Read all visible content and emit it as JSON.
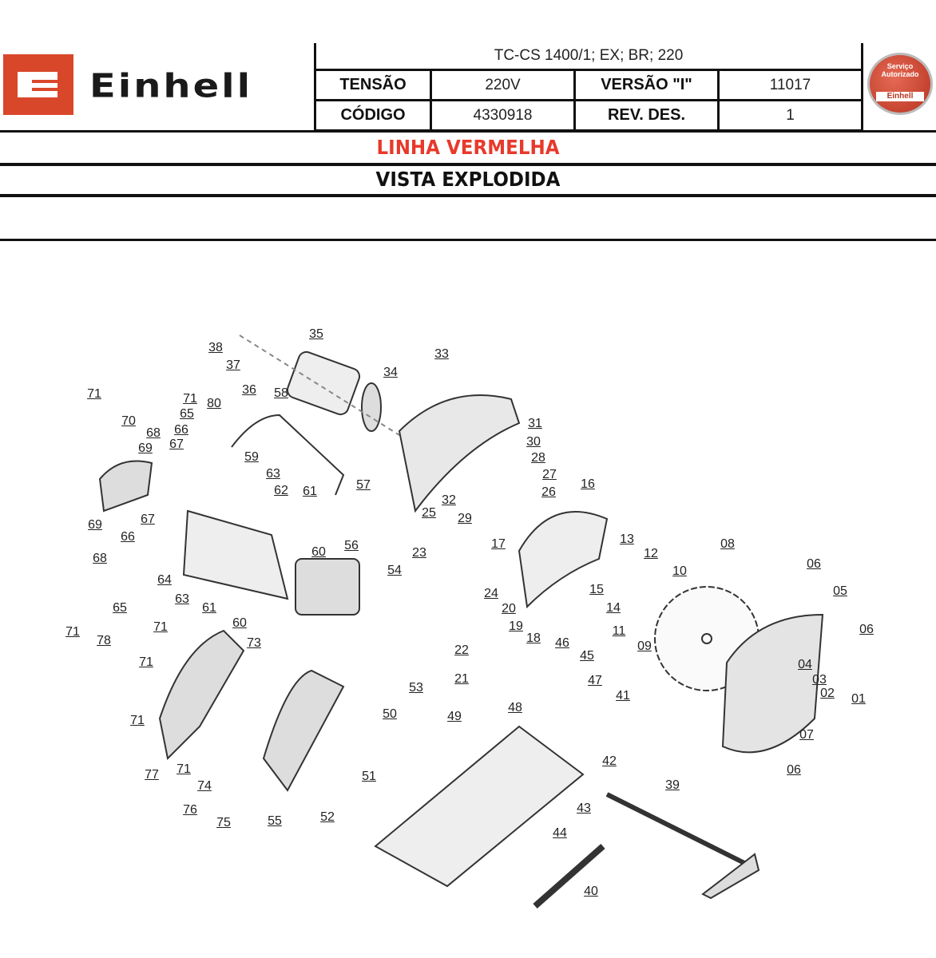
{
  "header": {
    "brand": "Einhell",
    "model": "TC-CS 1400/1; EX; BR; 220",
    "tensao_label": "TENSÃO",
    "tensao_value": "220V",
    "versao_label": "VERSÃO \"I\"",
    "versao_value": "11017",
    "codigo_label": "CÓDIGO",
    "codigo_value": "4330918",
    "rev_label": "REV. DES.",
    "rev_value": "1",
    "seal_top": "Serviço Autorizado",
    "seal_brand": "Einhell"
  },
  "titles": {
    "line": "LINHA VERMELHA",
    "view": "VISTA EXPLODIDA"
  },
  "colors": {
    "brand": "#d9472b",
    "line_title": "#e8392b"
  },
  "diagram": {
    "labels": [
      "38",
      "37",
      "36",
      "35",
      "34",
      "33",
      "58",
      "71",
      "71",
      "80",
      "65",
      "66",
      "70",
      "68",
      "67",
      "69",
      "59",
      "31",
      "30",
      "28",
      "27",
      "26",
      "16",
      "63",
      "62",
      "61",
      "57",
      "25",
      "32",
      "29",
      "69",
      "67",
      "66",
      "68",
      "60",
      "56",
      "17",
      "13",
      "08",
      "12",
      "10",
      "06",
      "05",
      "54",
      "23",
      "64",
      "24",
      "15",
      "14",
      "11",
      "09",
      "63",
      "61",
      "65",
      "60",
      "20",
      "19",
      "18",
      "71",
      "71",
      "78",
      "73",
      "06",
      "46",
      "45",
      "22",
      "71",
      "04",
      "03",
      "02",
      "01",
      "21",
      "47",
      "53",
      "41",
      "48",
      "50",
      "49",
      "71",
      "07",
      "77",
      "71",
      "74",
      "42",
      "06",
      "39",
      "51",
      "76",
      "75",
      "55",
      "52",
      "43",
      "44",
      "40"
    ]
  }
}
